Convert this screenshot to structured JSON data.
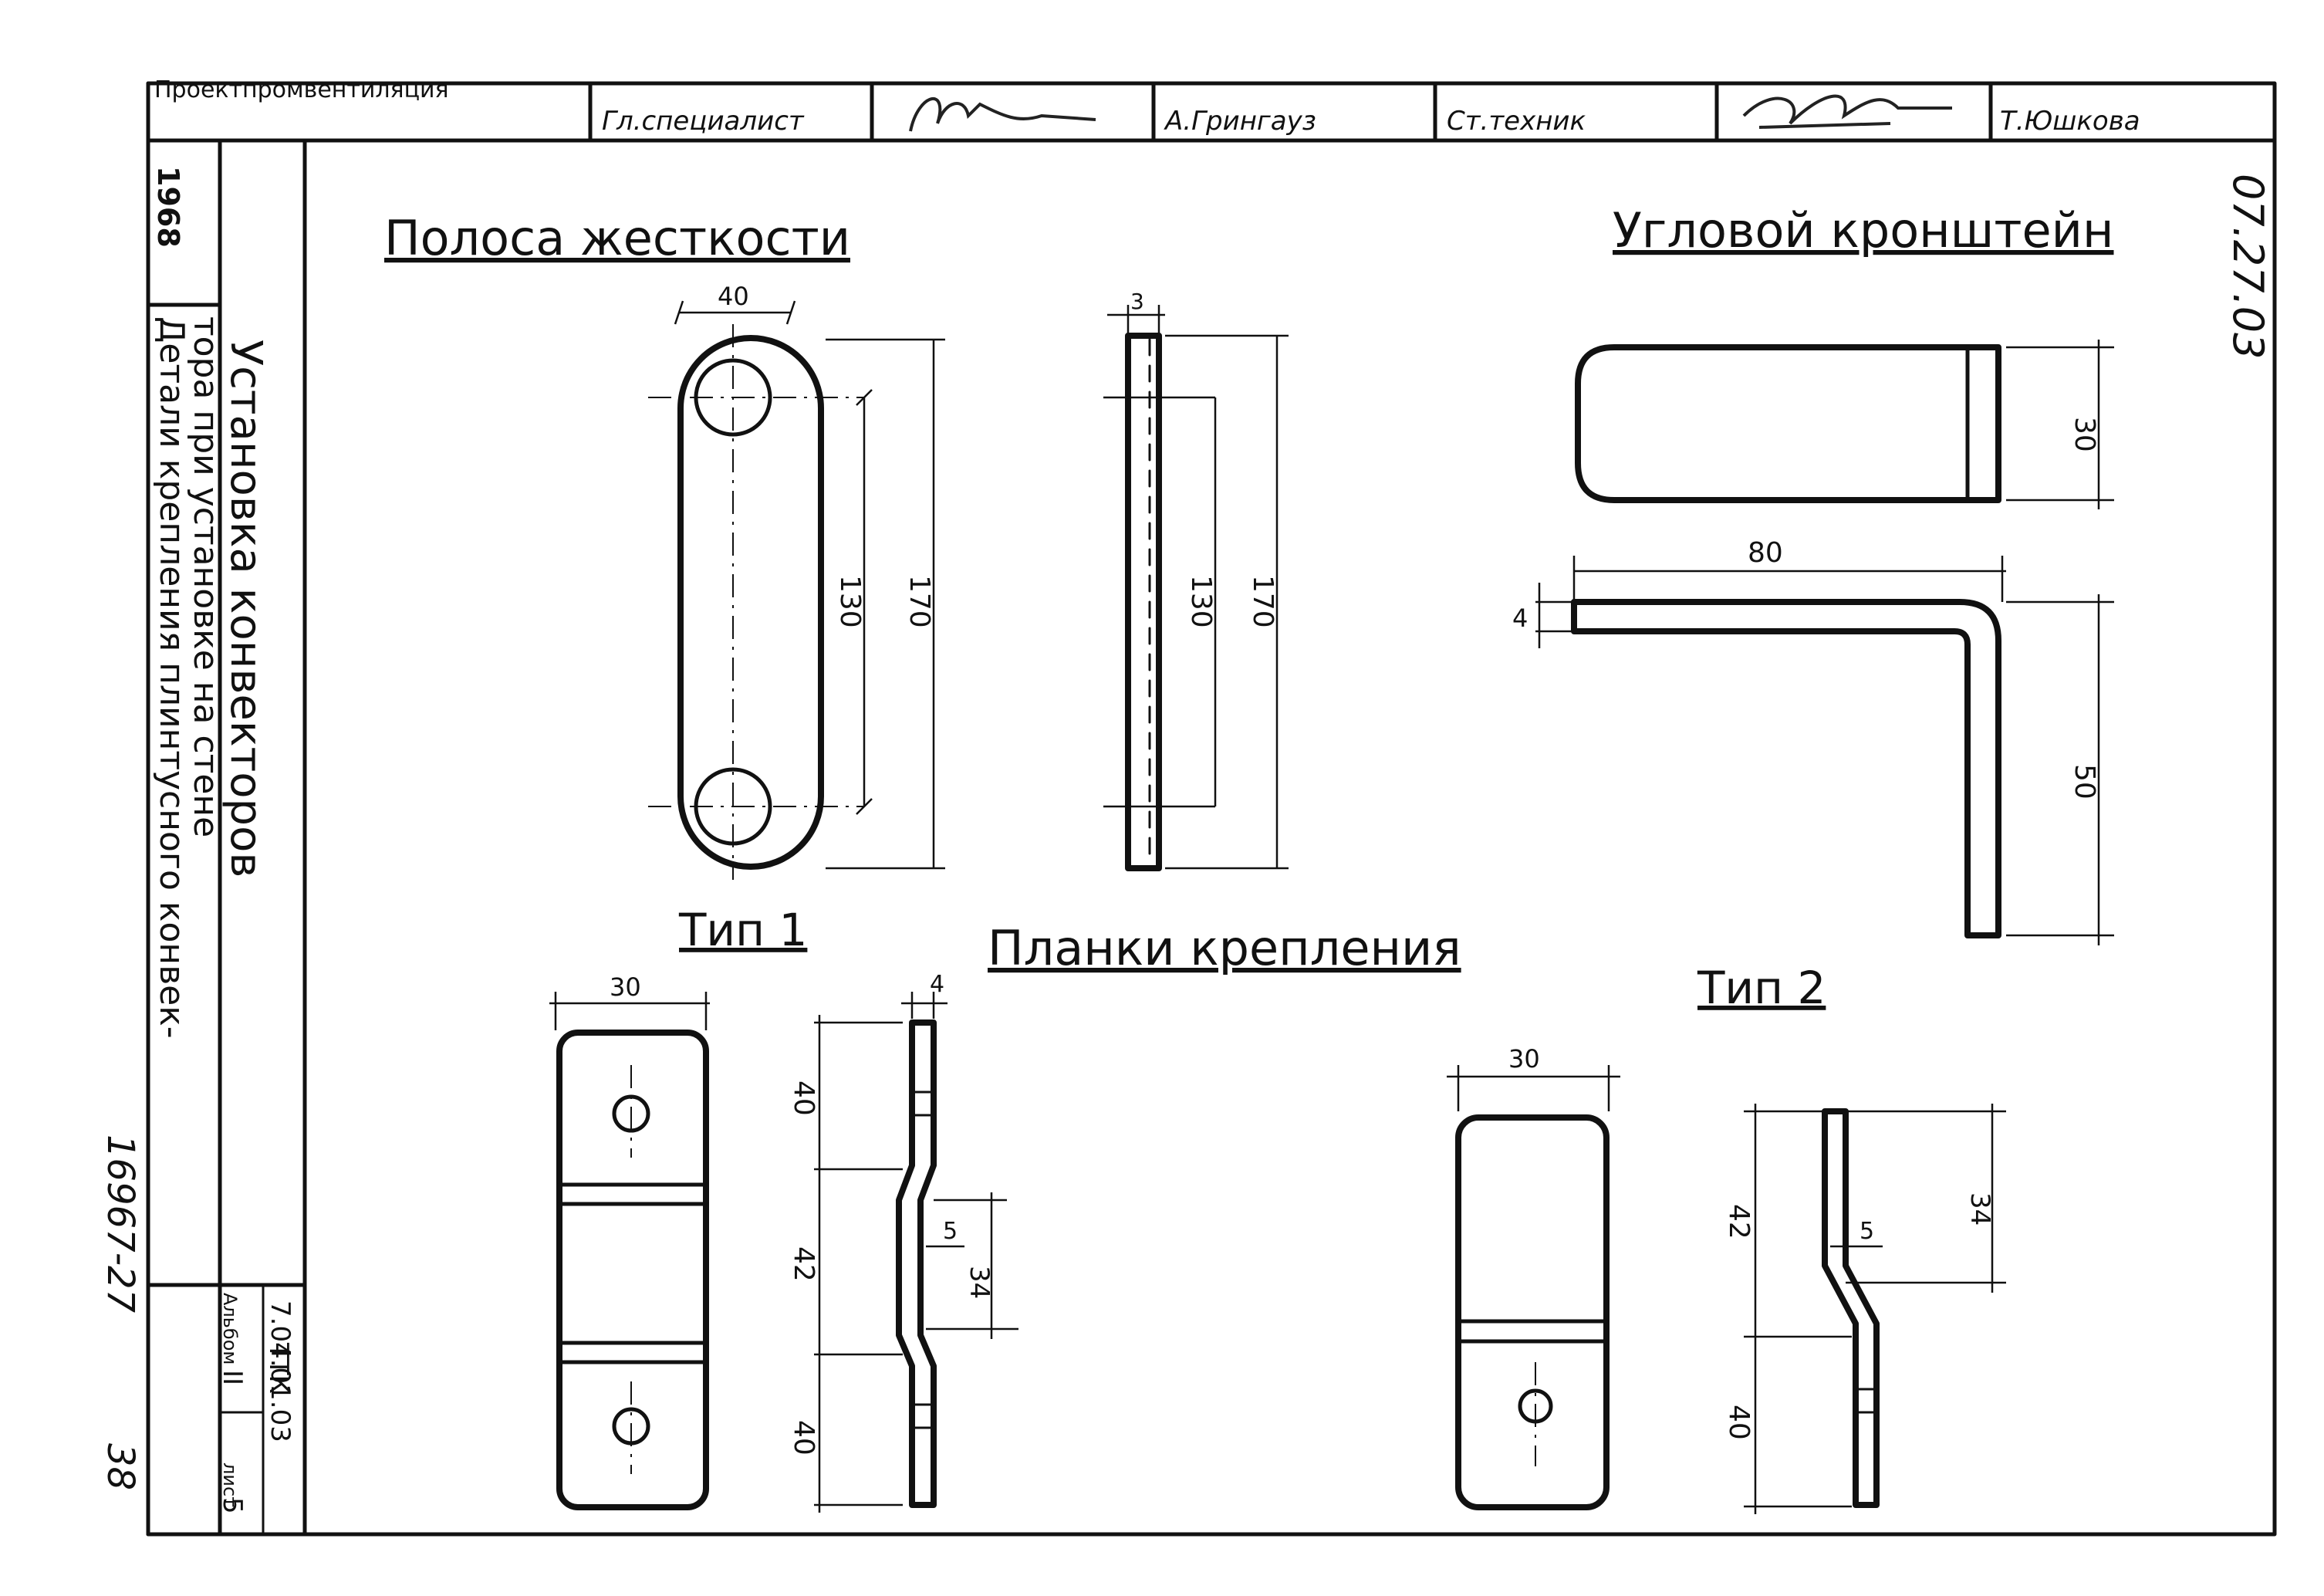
{
  "title_block": {
    "organization": "Проектпромвентиляция",
    "chief_role": "Гл.специалист",
    "chief_name": "А.Грингауз",
    "tech_role": "Ст.техник",
    "tech_name": "Т.Юшкова",
    "year": "1968",
    "title_main": "Установка конвекторов",
    "title_sub_1": "Детали крепления плинтусного конвек-",
    "title_sub_2": "тора при установке на стене",
    "code": "ТТК",
    "code_num": "7.04.01.03",
    "album_label": "Альбом",
    "album_num": "II",
    "sheet_label": "лист",
    "sheet_num": "5",
    "doc_number": "07.27.03",
    "inventory": "16967-27",
    "page_mark": "38"
  },
  "drawings": {
    "stiffener": {
      "title": "Полоса жесткости",
      "dim_width": "40",
      "dim_thickness": "3",
      "dim_holes": "130",
      "dim_length": "170"
    },
    "bracket": {
      "title": "Угловой кронштейн",
      "dim_width": "30",
      "dim_length": "80",
      "dim_thickness": "4",
      "dim_height": "50"
    },
    "plates": {
      "title": "Планки крепления",
      "type1": {
        "title": "Тип 1",
        "dim_width": "30",
        "dim_thickness": "4",
        "dim_top": "40",
        "dim_mid": "42",
        "dim_bottom": "40",
        "dim_offset": "5",
        "dim_step": "34"
      },
      "type2": {
        "title": "Тип 2",
        "dim_width": "30",
        "dim_top": "42",
        "dim_bottom": "40",
        "dim_offset": "5",
        "dim_step": "34"
      }
    }
  }
}
